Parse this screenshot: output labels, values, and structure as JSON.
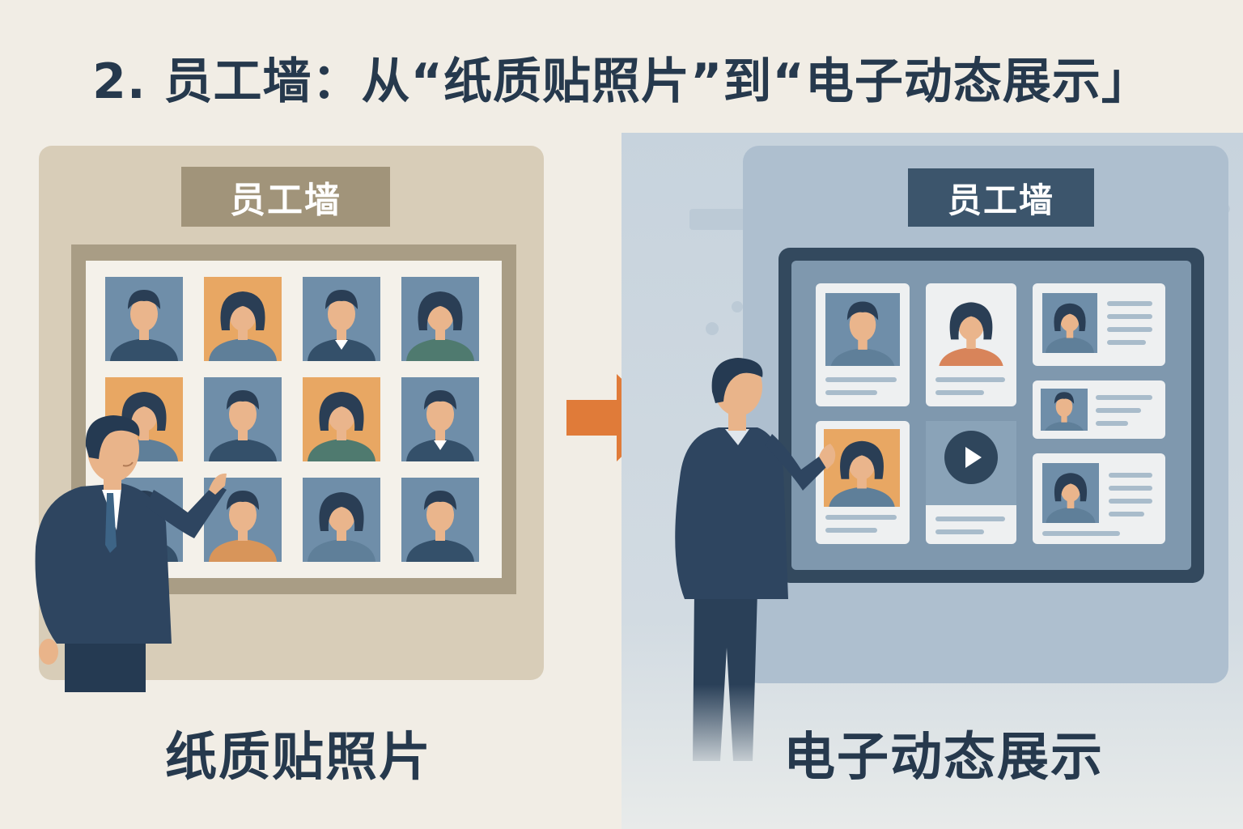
{
  "title": "2. 员工墙：从“纸质贴照片”到“电子动态展示」",
  "left": {
    "sign": "员工墙",
    "caption": "纸质贴照片"
  },
  "right": {
    "sign": "员工墙",
    "caption": "电子动态展示"
  },
  "colors": {
    "navy": "#26394d",
    "accent_orange": "#e07b39",
    "tile_blue": "#5f7f99",
    "tile_orange": "#e8a763"
  }
}
